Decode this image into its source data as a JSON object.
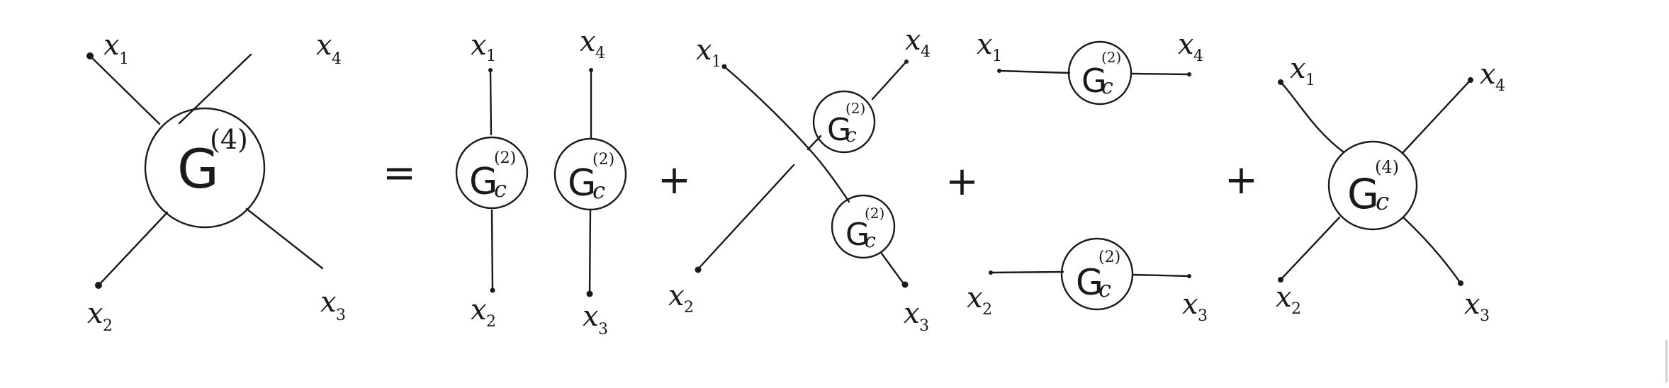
{
  "labels": {
    "x": "x",
    "idx1": "1",
    "idx2": "2",
    "idx3": "3",
    "idx4": "4",
    "G": "G",
    "G4_sup": "(4)",
    "c": "c",
    "sup2": "(2)",
    "sup4": "(4)"
  },
  "operators": {
    "equals": "=",
    "plus": "+"
  }
}
